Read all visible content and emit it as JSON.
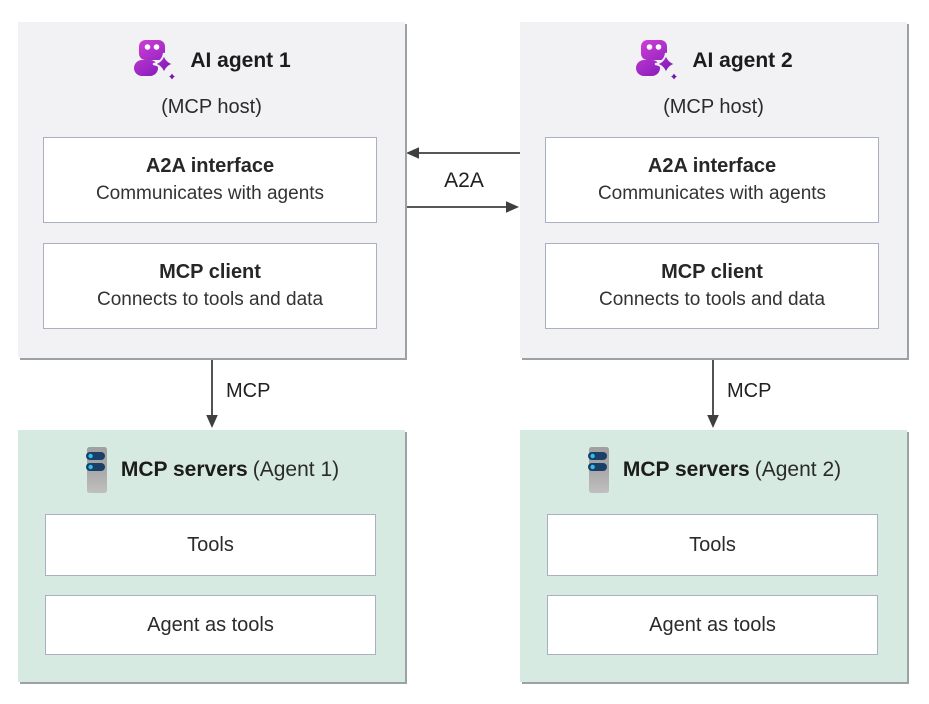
{
  "connections": {
    "a2a_label": "A2A",
    "mcp_labels": [
      "MCP",
      "MCP"
    ]
  },
  "agents": [
    {
      "title": "AI agent 1",
      "subtitle": "(MCP host)",
      "icon": "ai-agent-icon",
      "cards": [
        {
          "title": "A2A interface",
          "desc": "Communicates with agents"
        },
        {
          "title": "MCP client",
          "desc": "Connects to tools and data"
        }
      ]
    },
    {
      "title": "AI agent 2",
      "subtitle": "(MCP host)",
      "icon": "ai-agent-icon",
      "cards": [
        {
          "title": "A2A interface",
          "desc": "Communicates with agents"
        },
        {
          "title": "MCP client",
          "desc": "Connects to tools and data"
        }
      ]
    }
  ],
  "servers": [
    {
      "title": "MCP servers",
      "title_suffix": "(Agent 1)",
      "icon": "mcp-server-icon",
      "cards": [
        {
          "label": "Tools"
        },
        {
          "label": "Agent as tools"
        }
      ]
    },
    {
      "title": "MCP servers",
      "title_suffix": "(Agent 2)",
      "icon": "mcp-server-icon",
      "cards": [
        {
          "label": "Tools"
        },
        {
          "label": "Agent as tools"
        }
      ]
    }
  ],
  "colors": {
    "agent_box_bg": "#f2f2f4",
    "server_box_bg": "#d6eae2",
    "card_border": "#a9b1c0",
    "arrow": "#3f3f3f",
    "agent_icon_gradient": [
      "#cd3fd3",
      "#9c27c4",
      "#6d14a6"
    ],
    "server_bar": "#1a4068",
    "server_dot": "#2fc0ec"
  }
}
